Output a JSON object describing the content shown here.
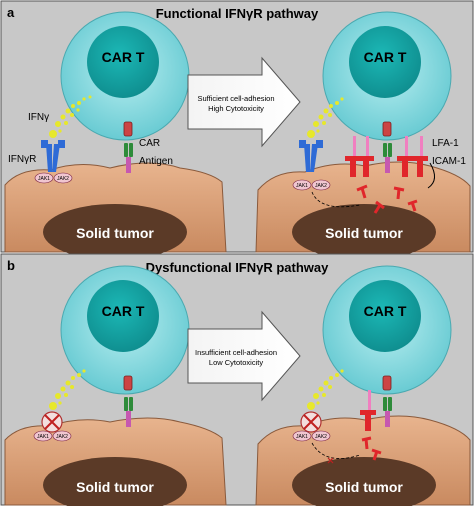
{
  "panel_a": {
    "letter": "a",
    "title": "Functional IFNγR pathway",
    "left_car_t": "CAR T",
    "right_car_t": "CAR T",
    "ifng": "IFNγ",
    "ifngr": "IFNγR",
    "car": "CAR",
    "antigen": "Antigen",
    "jak1_left": "JAK1",
    "jak2_left": "JAK2",
    "jak1_right": "JAK1",
    "jak2_right": "JAK2",
    "lfa1": "LFA-1",
    "icam1": "ICAM-1",
    "arrow_line1": "Sufficient cell-adhesion",
    "arrow_line2": "High Cytotoxicity",
    "left_tumor": "Solid tumor",
    "right_tumor": "Solid tumor"
  },
  "panel_b": {
    "letter": "b",
    "title": "Dysfunctional IFNγR pathway",
    "left_car_t": "CAR T",
    "right_car_t": "CAR T",
    "jak1_left": "JAK1",
    "jak2_left": "JAK2",
    "jak1_right": "JAK1",
    "jak2_right": "JAK2",
    "arrow_line1": "Insufficient cell-adhesion",
    "arrow_line2": "Low Cytotoxicity",
    "left_tumor": "Solid tumor",
    "right_tumor": "Solid tumor"
  },
  "colors": {
    "panel_bg": "#c8c8c8",
    "cell_outer": "#7fd6dc",
    "cell_nucleus": "#16a7a7",
    "tumor_body": "#d9a178",
    "tumor_nucleus": "#5b3a27",
    "ifngr": "#2e6bd6",
    "car": "#2e8b3a",
    "lfa1": "#f07fc0",
    "icam1": "#e0262b",
    "ifng": "#e7e82a"
  }
}
